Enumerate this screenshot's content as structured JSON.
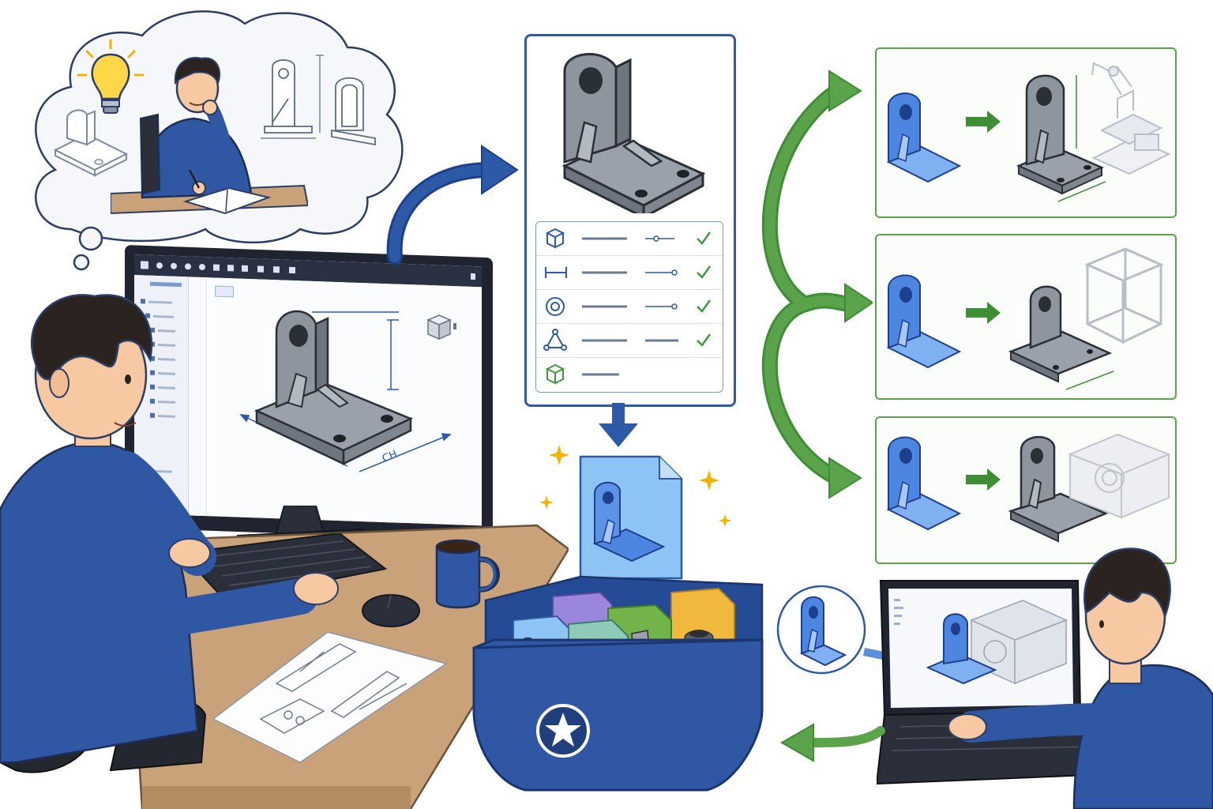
{
  "scene": {
    "thought_bubble": {
      "idea_icon": "lightbulb-icon",
      "sketches": [
        "bracket-sketch-isometric",
        "bracket-drawing-front-view",
        "bracket-drawing-side-view"
      ]
    },
    "cad_window": {
      "toolbar_icons": [
        "cube-icon",
        "home-icon",
        "link-icon",
        "settings-icon",
        "shape-icon",
        "face-icon",
        "undo-icon",
        "redo-icon",
        "dimension-icon",
        "gear-icon",
        "view-cube-icon"
      ],
      "tree_items": 10,
      "dimension_text": "ᑕH",
      "view_cube_icon": "view-cube-icon"
    },
    "properties_card": {
      "rows": [
        {
          "icon": "cube-icon",
          "status": "check"
        },
        {
          "icon": "dimension-icon",
          "status": "check"
        },
        {
          "icon": "target-icon",
          "status": "check"
        },
        {
          "icon": "graph-icon",
          "status": "check"
        },
        {
          "icon": "cube-green-icon",
          "status": ""
        }
      ]
    },
    "library_box": {
      "badge_icon": "star-icon",
      "files": [
        "bracket-file-blue",
        "part-file-purple",
        "plate-file-teal",
        "part-file-green",
        "bushing-file-yellow"
      ]
    },
    "reuse_panels": [
      {
        "context": "robot-arm-assembly"
      },
      {
        "context": "frame-assembly"
      },
      {
        "context": "machine-assembly"
      }
    ],
    "colors": {
      "accent_blue": "#2d5aa6",
      "accent_green": "#5aa34a",
      "check_green": "#3e9a3a",
      "shirt_blue": "#2f57a3",
      "desk_wood": "#c9a27a"
    }
  }
}
